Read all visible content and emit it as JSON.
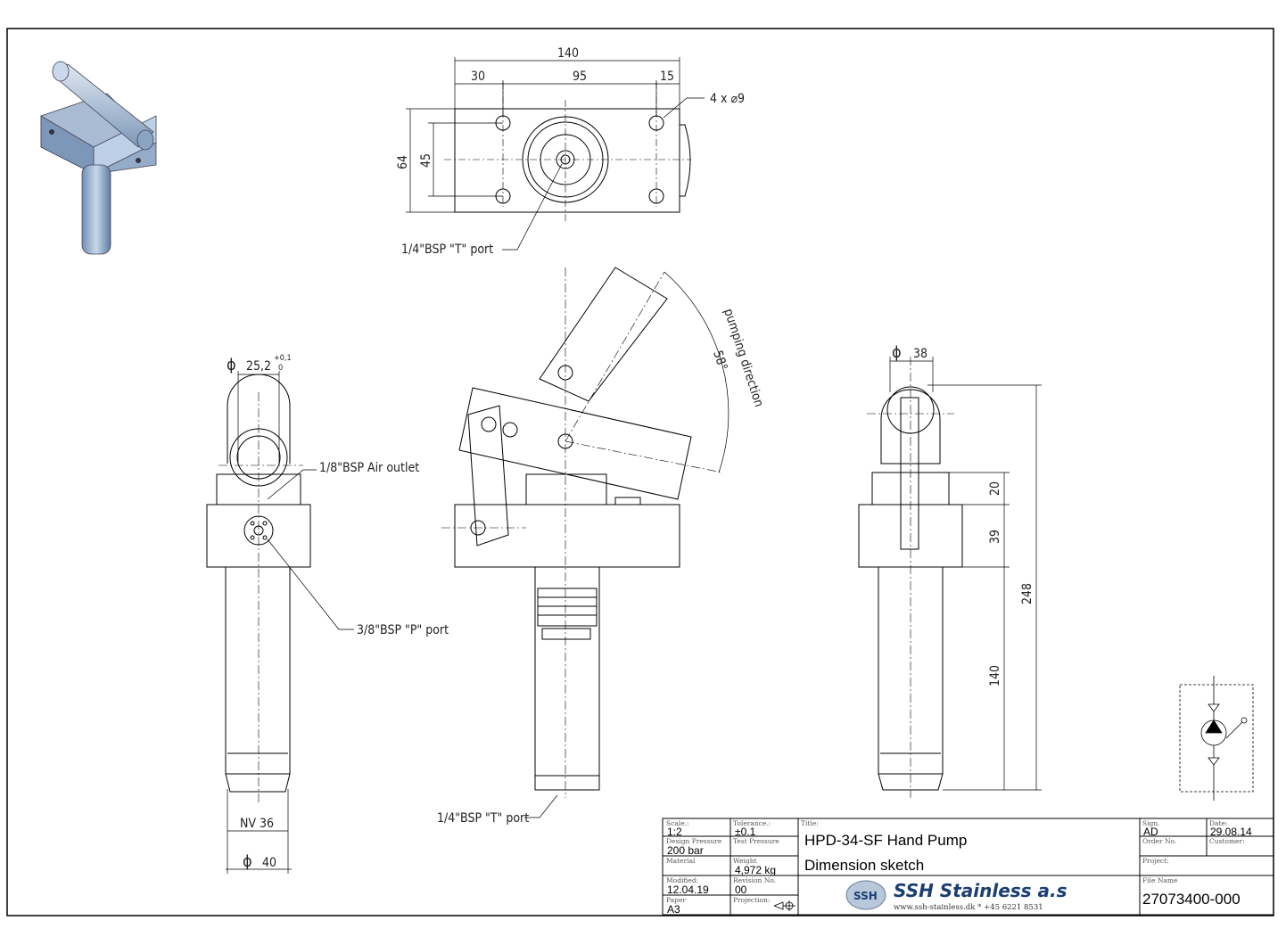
{
  "views": {
    "top": {
      "dim_overall": "140",
      "dim_left": "30",
      "dim_mid": "95",
      "dim_right": "15",
      "dim_height_outer": "64",
      "dim_height_inner": "45",
      "holes": "4 x ⌀9",
      "port": "1/4\"BSP \"T\" port"
    },
    "front": {
      "diameter_symbol": "ϕ",
      "dia_value": "25,2",
      "tol_upper": "+0,1",
      "tol_lower": "0",
      "air_outlet": "1/8\"BSP Air outlet",
      "p_port": "3/8\"BSP \"P\" port",
      "nv": "NV 36",
      "base_dia": "40"
    },
    "side": {
      "angle": "58°",
      "pumping": "pumping direction",
      "port": "1/4\"BSP \"T\" port"
    },
    "right": {
      "dia": "38",
      "d20": "20",
      "d39": "39",
      "d248": "248",
      "d140": "140"
    }
  },
  "title_block": {
    "scale_label": "Scale.:",
    "scale": "1:2",
    "tolerance_label": "Tolerance.:",
    "tolerance": "±0.1",
    "design_pressure_label": "Design Pressure",
    "design_pressure": "200 bar",
    "test_pressure_label": "Test Pressure",
    "material_label": "Material",
    "weight_label": "Weight",
    "weight": "4,972 kg",
    "modified_label": "Modified:",
    "modified": "12.04.19",
    "revision_label": "Revision No.",
    "revision": "00",
    "paper_label": "Paper",
    "paper": "A3",
    "projection_label": "Projection:",
    "title_label": "Title:",
    "title_line1": "HPD-34-SF Hand Pump",
    "title_line2": "Dimension sketch",
    "company_logo": "SSH",
    "company": "SSH Stainless a.s",
    "company_contact": "www.ssh-stainless.dk * +45 6221 8531",
    "sign_label": "Sign.",
    "sign": "AD",
    "date_label": "Date:",
    "date": "29.08.14",
    "order_label": "Order No.",
    "customer_label": "Customer:",
    "project_label": "Project:",
    "filename_label": "File Name",
    "filename": "27073400-000"
  }
}
